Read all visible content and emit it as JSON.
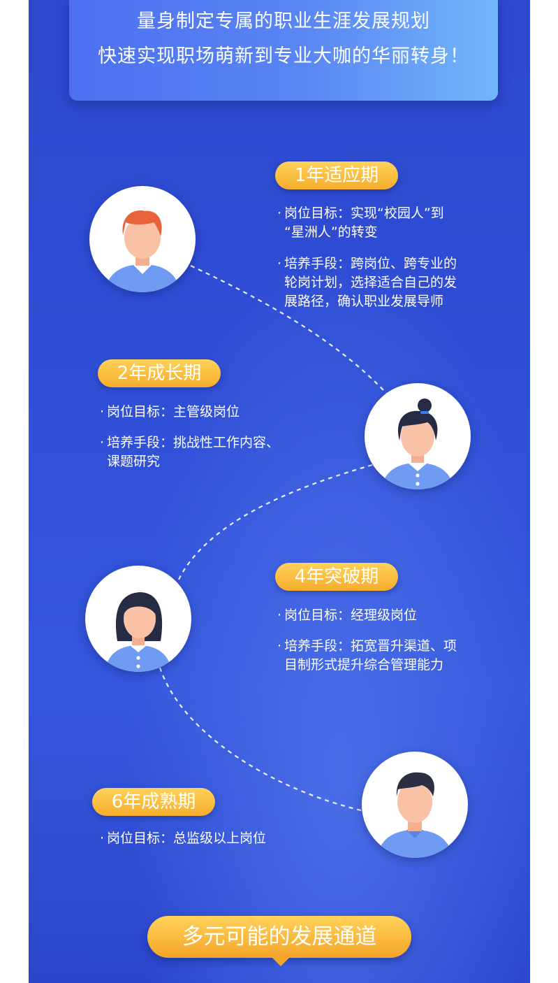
{
  "banner": {
    "line1": "量身制定专属的职业生涯发展规划",
    "line2": "快速实现职场萌新到专业大咖的华丽转身！"
  },
  "stages": [
    {
      "label": "1年适应期",
      "goal_lines": [
        "岗位目标：实现“校园人”到",
        "“星洲人”的转变"
      ],
      "method_lines": [
        "培养手段：跨岗位、跨专业的",
        "轮岗计划，选择适合自己的发",
        "展路径，确认职业发展导师"
      ]
    },
    {
      "label": "2年成长期",
      "goal_lines": [
        "岗位目标：主管级岗位"
      ],
      "method_lines": [
        "培养手段：挑战性工作内容、",
        "课题研究"
      ]
    },
    {
      "label": "4年突破期",
      "goal_lines": [
        "岗位目标：经理级岗位"
      ],
      "method_lines": [
        "培养手段：拓宽晋升渠道、项",
        "目制形式提升综合管理能力"
      ]
    },
    {
      "label": "6年成熟期",
      "goal_lines": [
        "岗位目标：总监级以上岗位"
      ]
    }
  ],
  "footer": {
    "label": "多元可能的发展通道"
  },
  "colors": {
    "background": "#2f4fd6",
    "accent": "#f6ad2c",
    "skin": "#f9c2a6",
    "shirt": "#6f9cf2"
  },
  "icons": [
    "man-orange-hair-avatar",
    "woman-bun-avatar",
    "woman-long-hair-avatar",
    "man-dark-hair-avatar"
  ]
}
